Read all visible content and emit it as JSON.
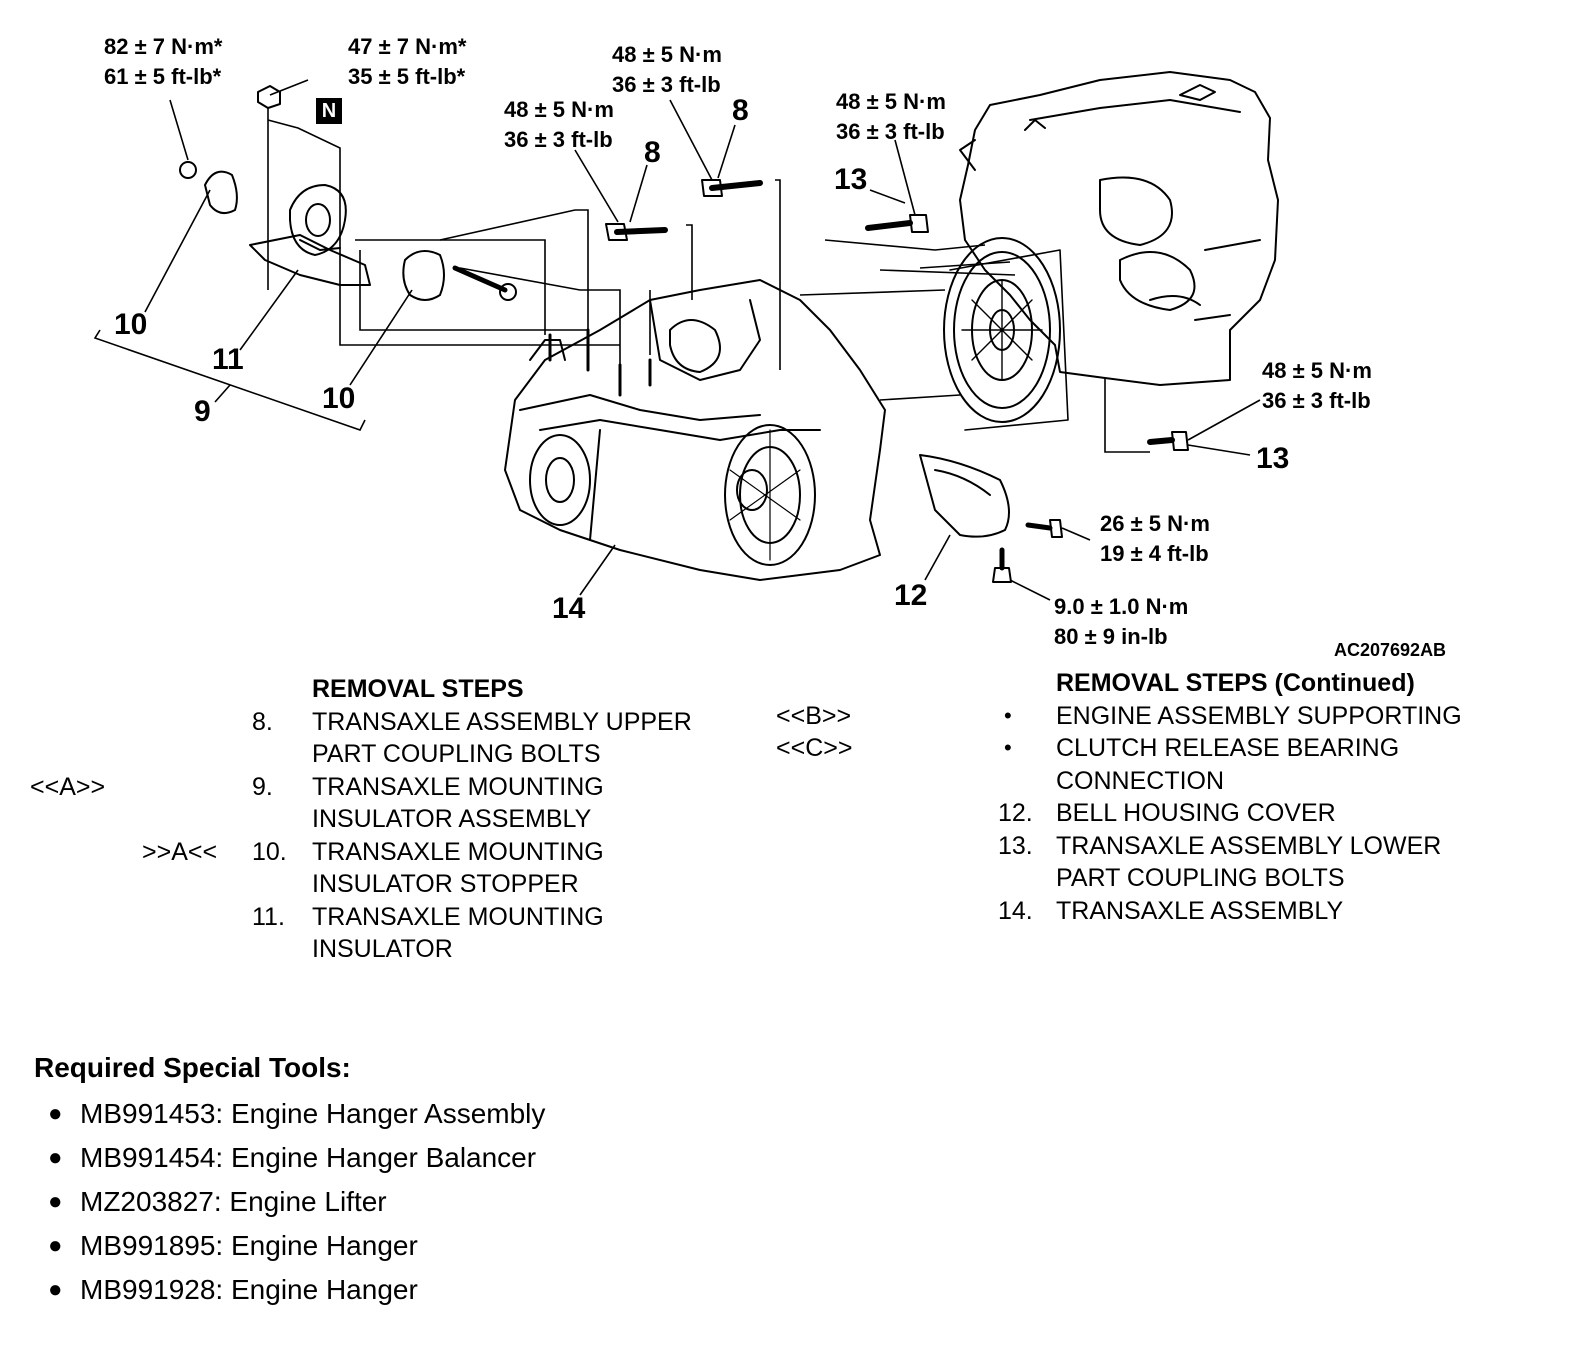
{
  "diagram": {
    "figure_id": "AC207692AB",
    "n_mark": "N",
    "torque_labels": [
      {
        "id": "t1",
        "lines": [
          "82 ± 7 N·m*",
          "61 ± 5 ft-lb*"
        ]
      },
      {
        "id": "t2",
        "lines": [
          "47 ± 7 N·m*",
          "35 ± 5 ft-lb*"
        ]
      },
      {
        "id": "t3",
        "lines": [
          "48 ± 5 N·m",
          "36 ± 3 ft-lb"
        ]
      },
      {
        "id": "t4",
        "lines": [
          "48 ± 5 N·m",
          "36 ± 3 ft-lb"
        ]
      },
      {
        "id": "t5",
        "lines": [
          "48 ± 5 N·m",
          "36 ± 3 ft-lb"
        ]
      },
      {
        "id": "t6",
        "lines": [
          "48 ± 5 N·m",
          "36 ± 3 ft-lb"
        ]
      },
      {
        "id": "t7",
        "lines": [
          "26 ± 5 N·m",
          "19 ± 4 ft-lb"
        ]
      },
      {
        "id": "t8",
        "lines": [
          "9.0 ± 1.0 N·m",
          "80 ± 9 in-lb"
        ]
      }
    ],
    "callouts": [
      "10",
      "11",
      "9",
      "10",
      "8",
      "8",
      "13",
      "13",
      "14",
      "12"
    ]
  },
  "removal_steps": {
    "title": "REMOVAL STEPS",
    "items": [
      {
        "mark": "",
        "num": "8.",
        "text": "TRANSAXLE ASSEMBLY UPPER PART COUPLING BOLTS"
      },
      {
        "mark": "<<A>>",
        "num": "9.",
        "text": "TRANSAXLE MOUNTING INSULATOR ASSEMBLY"
      },
      {
        "mark": ">>A<<",
        "num": "10.",
        "text": "TRANSAXLE MOUNTING INSULATOR STOPPER"
      },
      {
        "mark": "",
        "num": "11.",
        "text": "TRANSAXLE MOUNTING INSULATOR"
      }
    ]
  },
  "removal_steps_continued": {
    "title": "REMOVAL STEPS (Continued)",
    "items": [
      {
        "mark": "<<B>>",
        "num": "•",
        "text": "ENGINE ASSEMBLY SUPPORTING"
      },
      {
        "mark": "<<C>>",
        "num": "•",
        "text": "CLUTCH RELEASE BEARING CONNECTION"
      },
      {
        "mark": "",
        "num": "12.",
        "text": "BELL HOUSING COVER"
      },
      {
        "mark": "",
        "num": "13.",
        "text": "TRANSAXLE ASSEMBLY LOWER PART COUPLING BOLTS"
      },
      {
        "mark": "",
        "num": "14.",
        "text": "TRANSAXLE ASSEMBLY"
      }
    ]
  },
  "special_tools": {
    "title": "Required Special Tools:",
    "items": [
      "MB991453: Engine Hanger Assembly",
      "MB991454: Engine Hanger Balancer",
      "MZ203827: Engine Lifter",
      "MB991895: Engine Hanger",
      "MB991928: Engine Hanger"
    ]
  }
}
